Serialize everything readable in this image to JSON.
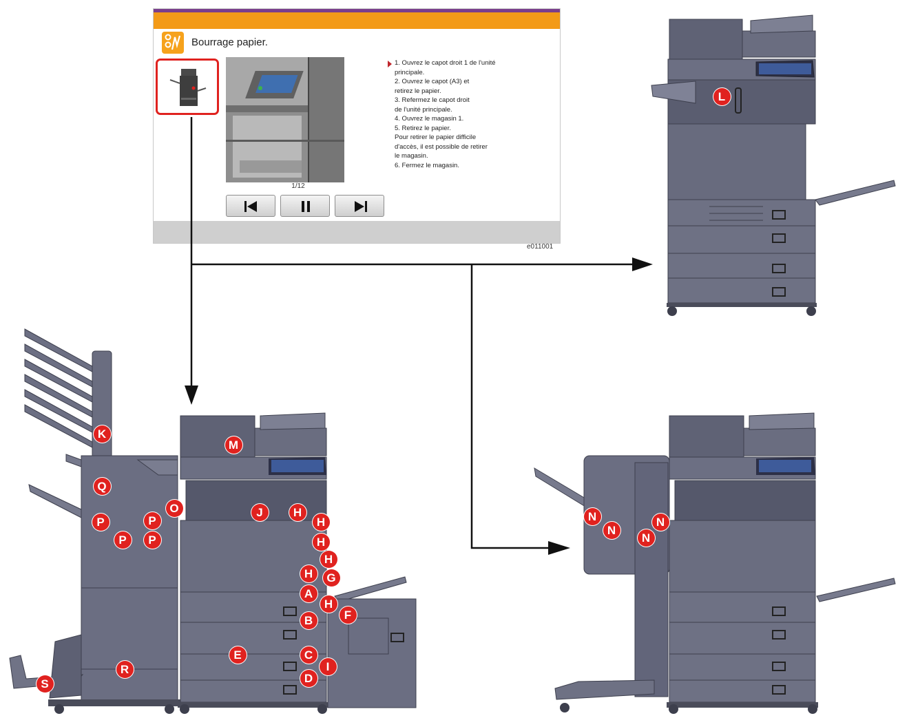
{
  "panel": {
    "title": "Bourrage papier.",
    "page_counter": "1/12",
    "image_code": "e011001",
    "buttons": [
      "first-button",
      "pause-button",
      "next-button"
    ],
    "accent_color": "#f39a17",
    "highlight_color": "#e0221f",
    "steps": [
      "1. Ouvrez le capot droit 1 de l'unité",
      "principale.",
      "2. Ouvrez le capot (A3) et",
      "retirez le papier.",
      "3. Refermez le capot droit",
      "de l'unité principale.",
      "4. Ouvrez le magasin 1.",
      "5. Retirez le papier.",
      "Pour retirer le papier difficile",
      "d'accès, il est possible de retirer",
      "le magasin.",
      "6. Fermez le magasin."
    ]
  },
  "markers": {
    "top_right": [
      "L"
    ],
    "main_finisher": [
      "K",
      "Q",
      "P",
      "P",
      "P",
      "P",
      "O",
      "R",
      "S"
    ],
    "main_body": [
      "M",
      "J",
      "H",
      "H",
      "H",
      "H",
      "H",
      "G",
      "A",
      "H",
      "F",
      "B",
      "E",
      "C",
      "I",
      "D"
    ],
    "bottom_right": [
      "N",
      "N",
      "N",
      "N"
    ]
  }
}
